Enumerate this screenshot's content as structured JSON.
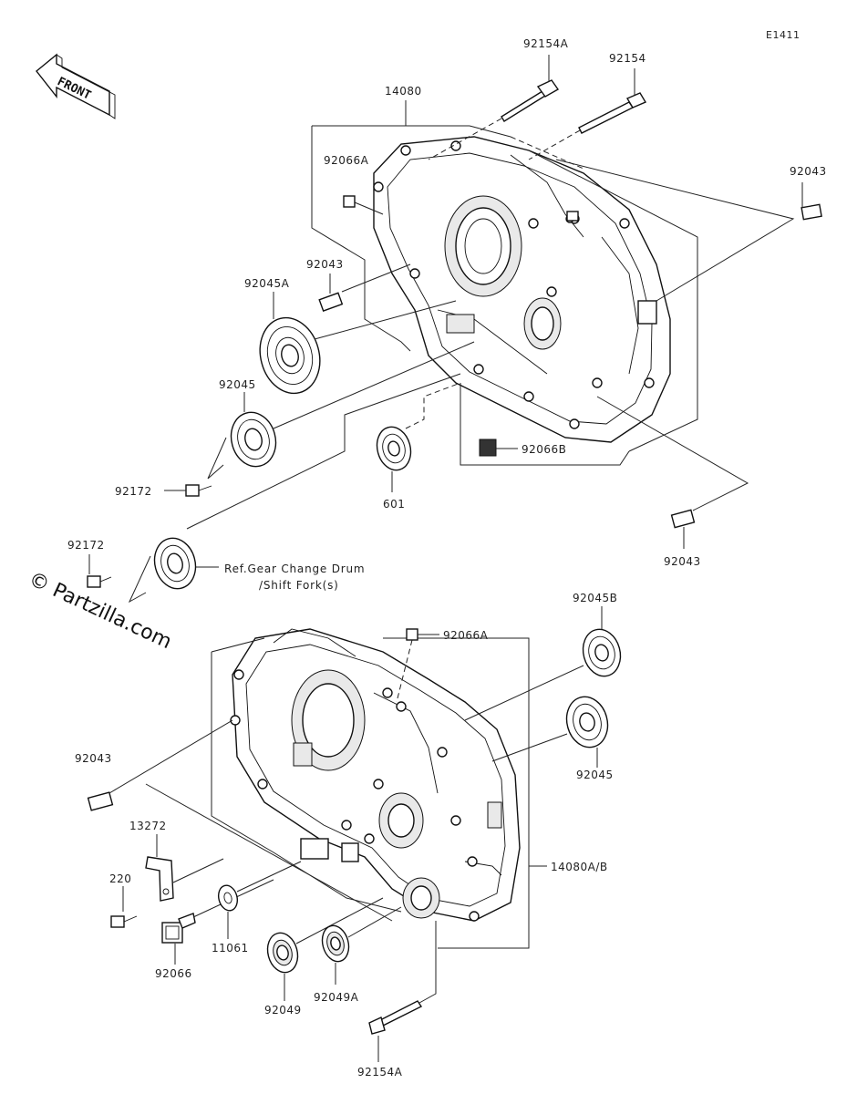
{
  "diagram_code": "E1411",
  "front_label": "FRONT",
  "watermark": "© Partzilla.com",
  "reference_note": {
    "line1": "Ref.Gear Change Drum",
    "line2": "/Shift Fork(s)"
  },
  "parts": {
    "p92154A_top": "92154A",
    "p92154_top": "92154",
    "p14080": "14080",
    "p92066A_upper": "92066A",
    "p92043_upper_right": "92043",
    "p92043_upper_left": "92043",
    "p92045A": "92045A",
    "p92045_upper": "92045",
    "p92172_upper": "92172",
    "p601": "601",
    "p92066B": "92066B",
    "p92043_mid_right": "92043",
    "p92172_lower": "92172",
    "p92045B": "92045B",
    "p92066A_lower": "92066A",
    "p92043_lower_left": "92043",
    "p92045_lower": "92045",
    "p13272": "13272",
    "p14080AB": "14080A/B",
    "p220": "220",
    "p11061": "11061",
    "p92066": "92066",
    "p92049": "92049",
    "p92049A": "92049A",
    "p92154A_bottom": "92154A"
  }
}
